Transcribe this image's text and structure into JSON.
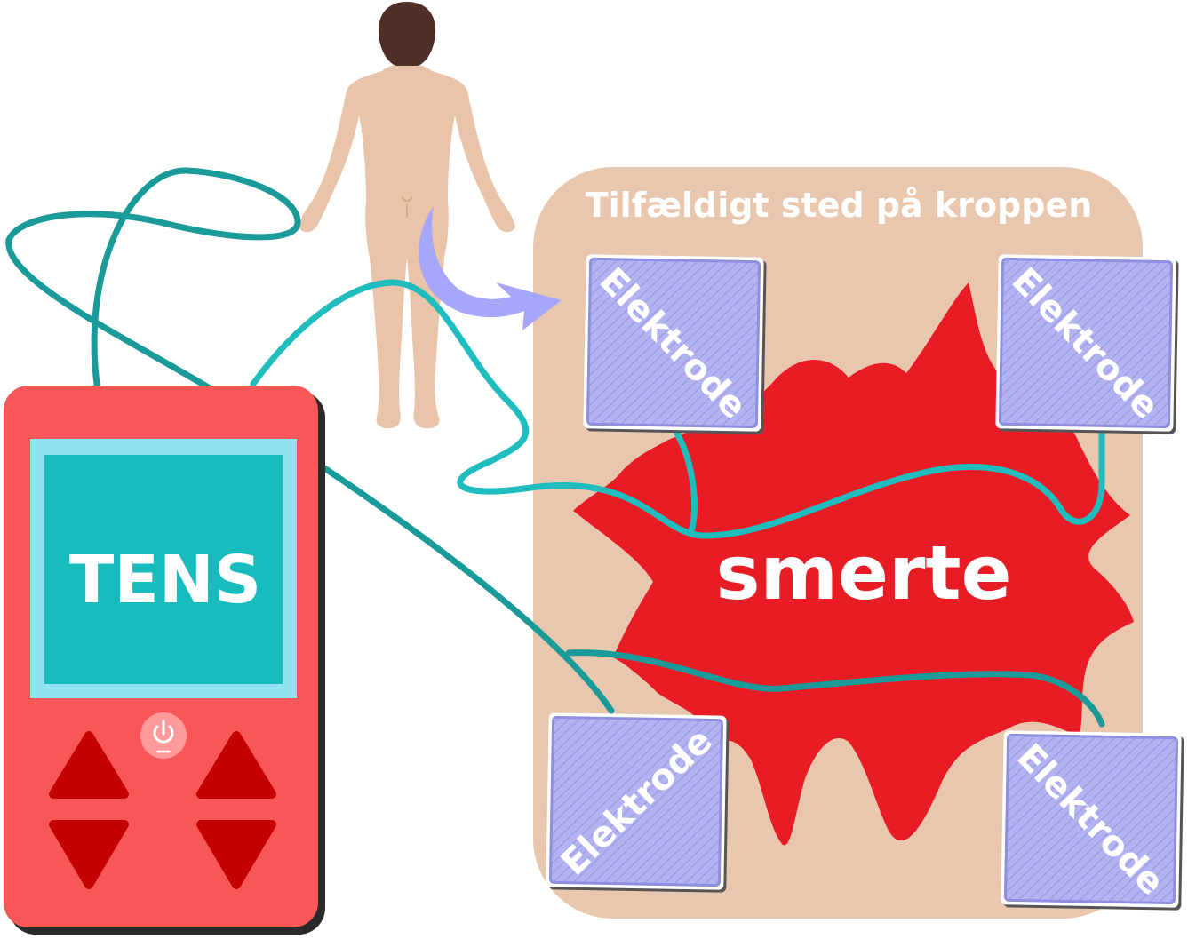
{
  "device": {
    "label": "TENS",
    "power_icon": "power-icon"
  },
  "region": {
    "label": "Tilfældigt sted på kroppen"
  },
  "pain": {
    "label": "smerte"
  },
  "electrodes": [
    {
      "label": "Elektrode"
    },
    {
      "label": "Elektrode"
    },
    {
      "label": "Elektrode"
    },
    {
      "label": "Elektrode"
    }
  ],
  "colors": {
    "device_body": "#f75757",
    "device_screen": "#19bcbc",
    "device_screen_frame": "#8fe3f1",
    "buttons": "#c40000",
    "skin_region": "#e8c7ae",
    "pain": "#e81c25",
    "electrode": "#b0b0f0",
    "wire_dark": "#1b9a9a",
    "wire_light": "#1fbdbd",
    "arrow": "#a6a6fb",
    "body_figure": "#e9c4a8",
    "hair": "#4e2e27"
  }
}
